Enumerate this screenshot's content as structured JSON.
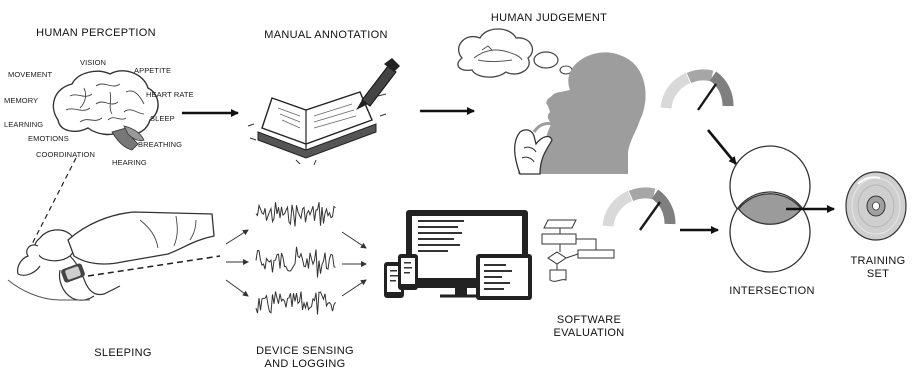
{
  "titles": {
    "human_perception": "HUMAN PERCEPTION",
    "manual_annotation": "MANUAL ANNOTATION",
    "human_judgement": "HUMAN JUDGEMENT",
    "sleeping": "SLEEPING",
    "device_sensing_line1": "DEVICE SENSING",
    "device_sensing_line2": "AND LOGGING",
    "software_line1": "SOFTWARE",
    "software_line2": "EVALUATION",
    "intersection": "INTERSECTION",
    "training_line1": "TRAINING",
    "training_line2": "SET"
  },
  "brain_words": {
    "vision": "VISION",
    "movement": "MOVEMENT",
    "appetite": "APPETITE",
    "heart_rate": "HEART RATE",
    "memory": "MEMORY",
    "sleep": "SLEEP",
    "learning": "LEARNING",
    "emotions": "EMOTIONS",
    "breathing": "BREATHING",
    "coordination": "COORDINATION",
    "hearing": "HEARING"
  },
  "colors": {
    "ink": "#1a1a1a",
    "gray_dark": "#8a8a8a",
    "gray_mid": "#a6a6a6",
    "gray_light": "#d9d9d9",
    "intersection_fill": "#9b9b9b"
  },
  "gauges": {
    "human_judgement_level": 0.78,
    "software_evaluation_level": 0.72
  },
  "icons": [
    "brain-icon",
    "notebook-pen-icon",
    "thinking-head-icon",
    "sleeping-person-icon",
    "signal-waveform-icon",
    "devices-icon",
    "flowchart-icon",
    "gauge-icon",
    "venn-diagram-icon",
    "disc-icon"
  ]
}
